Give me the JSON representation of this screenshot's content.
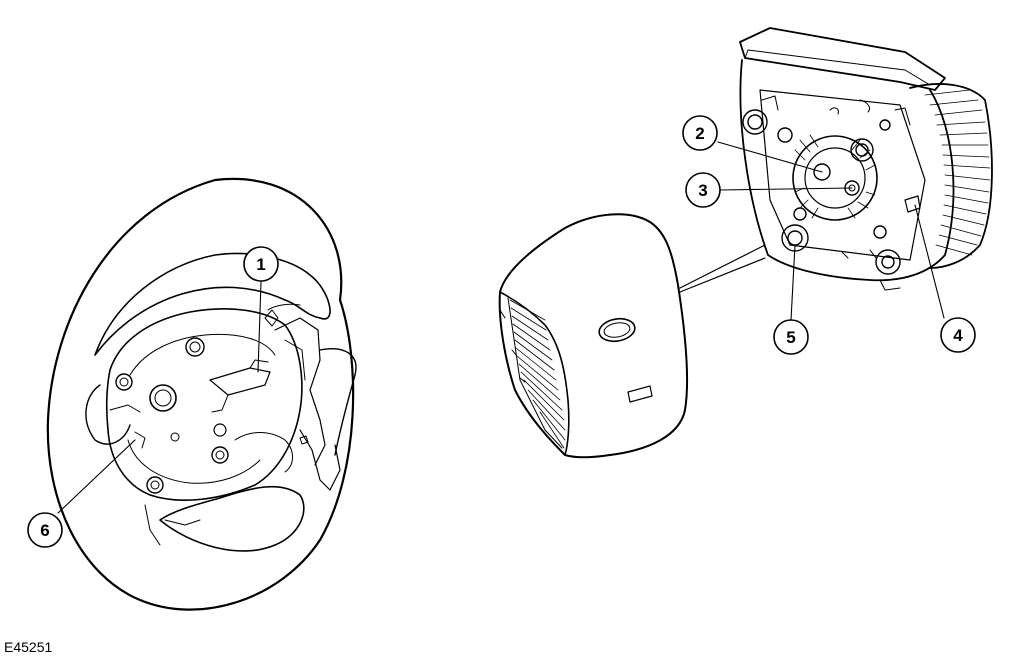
{
  "figure_id": "E45251",
  "callouts": {
    "c1": "1",
    "c2": "2",
    "c3": "3",
    "c4": "4",
    "c5": "5",
    "c6": "6"
  }
}
